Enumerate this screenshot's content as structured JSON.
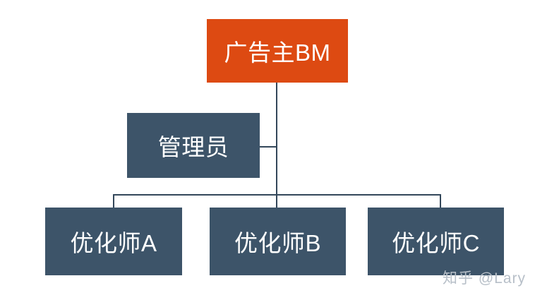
{
  "diagram": {
    "type": "org-chart",
    "background_color": "#ffffff",
    "accent_color": "#dd4a12",
    "node_color": "#3d5469",
    "connector_color": "#33475a",
    "nodes": [
      {
        "id": "root",
        "label": "广告主BM",
        "level": 0,
        "color": "#dd4a12"
      },
      {
        "id": "manager",
        "label": "管理员",
        "level": 1,
        "color": "#3d5469"
      },
      {
        "id": "leaf-a",
        "label": "优化师A",
        "level": 2,
        "color": "#3d5469"
      },
      {
        "id": "leaf-b",
        "label": "优化师B",
        "level": 2,
        "color": "#3d5469"
      },
      {
        "id": "leaf-c",
        "label": "优化师C",
        "level": 2,
        "color": "#3d5469"
      }
    ]
  },
  "watermark": {
    "text": "知乎 @Lary",
    "color": "#b7bfc8"
  }
}
